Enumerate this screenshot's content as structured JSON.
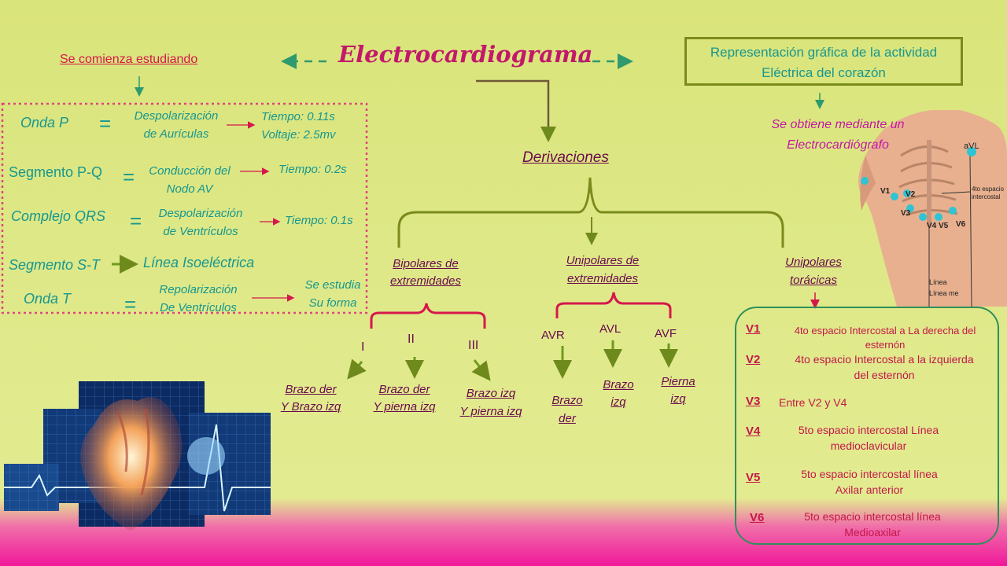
{
  "title": "Electrocardiograma",
  "intro": "Se comienza estudiando",
  "definition": {
    "line1": "Representación gráfica de la actividad",
    "line2": "Eléctrica del corazón"
  },
  "obtained": {
    "line1": "Se obtiene mediante un",
    "line2": "Electrocardiógrafo"
  },
  "waves": {
    "onda_p": {
      "name": "Onda P",
      "eq": "=",
      "desc1": "Despolarización",
      "desc2": "de Aurículas",
      "res1": "Tiempo: 0.11s",
      "res2": "Voltaje: 2.5mv"
    },
    "seg_pq": {
      "name": "Segmento P-Q",
      "eq": "=",
      "desc1": "Conducción del",
      "desc2": "Nodo AV",
      "res1": "Tiempo: 0.2s"
    },
    "qrs": {
      "name": "Complejo QRS",
      "eq": "=",
      "desc1": "Despolarización",
      "desc2": "de Ventrículos",
      "res1": "Tiempo: 0.1s"
    },
    "seg_st": {
      "name": "Segmento S-T",
      "desc1": "Línea Isoeléctrica"
    },
    "onda_t": {
      "name": "Onda T",
      "eq": "=",
      "desc1": "Repolarización",
      "desc2": "De Ventrículos",
      "res1": "Se estudia",
      "res2": "Su forma"
    }
  },
  "derivaciones": "Derivaciones",
  "bipolares": {
    "title1": "Bipolares de",
    "title2": "extremidades",
    "leads": [
      {
        "name": "I",
        "d1": "Brazo der",
        "d2": "Y Brazo izq"
      },
      {
        "name": "II",
        "d1": "Brazo der",
        "d2": "Y pierna izq"
      },
      {
        "name": "III",
        "d1": "Brazo izq",
        "d2": "Y pierna izq"
      }
    ]
  },
  "unipolares_ext": {
    "title1": "Unipolares de",
    "title2": "extremidades",
    "leads": [
      {
        "name": "AVR",
        "d1": "Brazo",
        "d2": "der"
      },
      {
        "name": "AVL",
        "d1": "Brazo",
        "d2": "izq"
      },
      {
        "name": "AVF",
        "d1": "Pierna",
        "d2": "izq"
      }
    ]
  },
  "unipolares_tor": {
    "title1": "Unipolares",
    "title2": "torácicas",
    "leads": [
      {
        "name": "V1",
        "d1": "4to espacio Intercostal a La derecha del",
        "d2": "esternón"
      },
      {
        "name": "V2",
        "d1": "4to espacio Intercostal a la izquierda",
        "d2": "del esternón"
      },
      {
        "name": "V3",
        "d1": "Entre V2 y V4",
        "d2": ""
      },
      {
        "name": "V4",
        "d1": "5to espacio intercostal Línea",
        "d2": "medioclavicular"
      },
      {
        "name": "V5",
        "d1": "5to espacio intercostal línea",
        "d2": "Axilar anterior"
      },
      {
        "name": "V6",
        "d1": "5to espacio intercostal línea",
        "d2": "Medioaxilar"
      }
    ]
  },
  "torso_labels": {
    "avl": "aVL",
    "v1": "V1",
    "v2": "V2",
    "v3": "V3",
    "v4v5": "V4 V5",
    "v6": "V6",
    "espacio1": "4to espacio",
    "espacio2": "intercostal",
    "linea1": "Línea",
    "linea2": "Línea me"
  },
  "colors": {
    "accent": "#c2186b",
    "teal": "#17978f",
    "olive": "#7a8a1c",
    "red": "#d6174b"
  }
}
